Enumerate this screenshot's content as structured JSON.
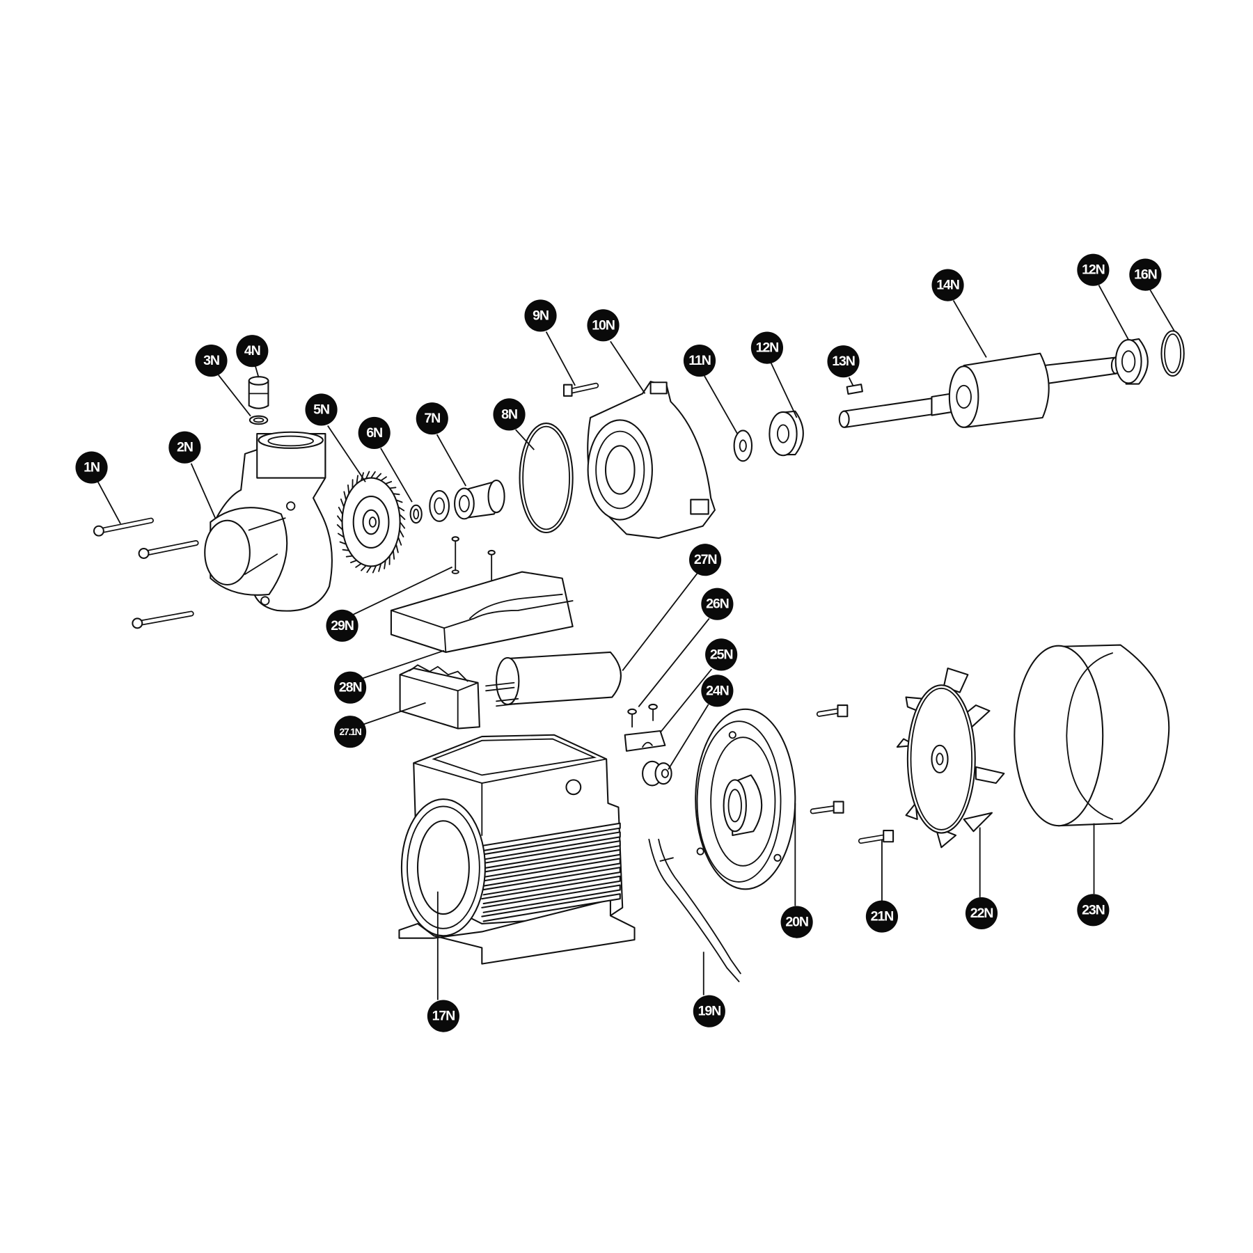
{
  "diagram": {
    "type": "exploded-parts-diagram",
    "labels": {
      "p1": "1N",
      "p2": "2N",
      "p3": "3N",
      "p4": "4N",
      "p5": "5N",
      "p6": "6N",
      "p7": "7N",
      "p8": "8N",
      "p9": "9N",
      "p10": "10N",
      "p11": "11N",
      "p12a": "12N",
      "p13": "13N",
      "p14": "14N",
      "p12b": "12N",
      "p16": "16N",
      "p17": "17N",
      "p19": "19N",
      "p20": "20N",
      "p21": "21N",
      "p22": "22N",
      "p23": "23N",
      "p24": "24N",
      "p25": "25N",
      "p26": "26N",
      "p27": "27N",
      "p27_1": "27.1N",
      "p28": "28N",
      "p29": "29N"
    },
    "colors": {
      "badge": "#0a0a0a",
      "line": "#111111",
      "background": "#ffffff"
    }
  }
}
